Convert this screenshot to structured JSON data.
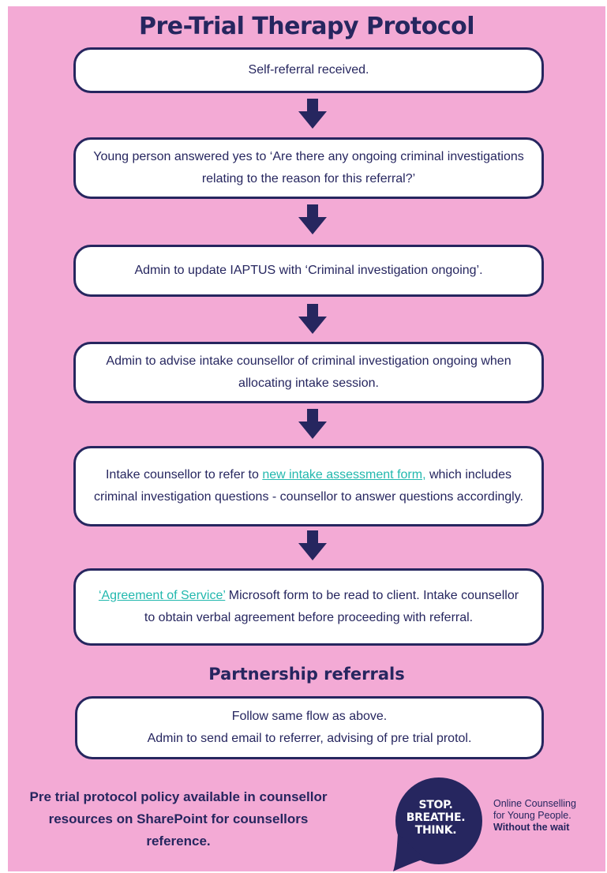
{
  "title": "Pre-Trial Therapy Protocol",
  "steps": [
    {
      "text": "Self-referral received."
    },
    {
      "text": "Young person answered yes to ‘Are there any ongoing criminal investigations relating to the reason for this referral?’"
    },
    {
      "text": "Admin to update IAPTUS with ‘Criminal investigation ongoing’."
    },
    {
      "text": "Admin to advise intake counsellor of criminal investigation ongoing when allocating intake session."
    },
    {
      "before": "Intake counsellor to refer to ",
      "link": "new intake assessment form,",
      "after": " which includes criminal investigation questions - counsellor to answer questions accordingly."
    },
    {
      "link": "‘Agreement of Service’",
      "after": " Microsoft form to be read to client. Intake counsellor to obtain verbal agreement before proceeding with referral."
    }
  ],
  "partnership": {
    "heading": "Partnership referrals",
    "line1": "Follow same flow as above.",
    "line2": "Admin to send email to referrer, advising of pre trial protol."
  },
  "policy_note": "Pre trial protocol policy available in counsellor resources on SharePoint for counsellors reference.",
  "logo": {
    "line1": "STOP.",
    "line2": "BREATHE.",
    "line3": "THINK."
  },
  "tagline": {
    "line1": "Online Counselling",
    "line2": "for Young People.",
    "line3": "Without the wait"
  },
  "colors": {
    "background": "#f3aad5",
    "navy": "#26265f",
    "link": "#22b8ae",
    "box": "#ffffff"
  },
  "icons": {
    "arrow": "down-arrow-icon",
    "logo": "speech-bubble-logo-icon"
  }
}
